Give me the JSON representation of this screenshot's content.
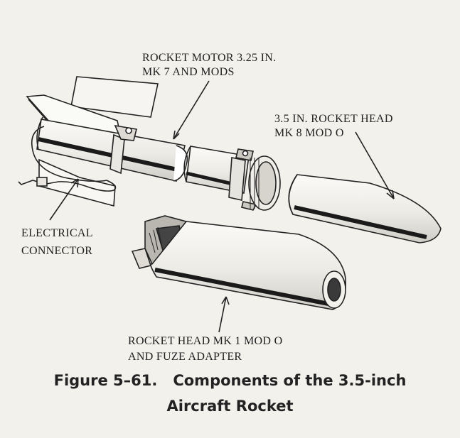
{
  "labels": {
    "rocket_motor": [
      "ROCKET MOTOR 3.25 IN.",
      "MK 7 AND MODS"
    ],
    "rocket_head_35": [
      "3.5 IN.  ROCKET HEAD",
      "MK 8  MOD O"
    ],
    "electrical_connector": [
      "ELECTRICAL",
      "CONNECTOR"
    ],
    "rocket_head_mk1": [
      "ROCKET HEAD MK 1 MOD O",
      "AND FUZE ADAPTER"
    ]
  },
  "caption": {
    "number": "Figure 5–61.",
    "line1": "Components of the 3.5-inch",
    "line2": "Aircraft  Rocket"
  }
}
